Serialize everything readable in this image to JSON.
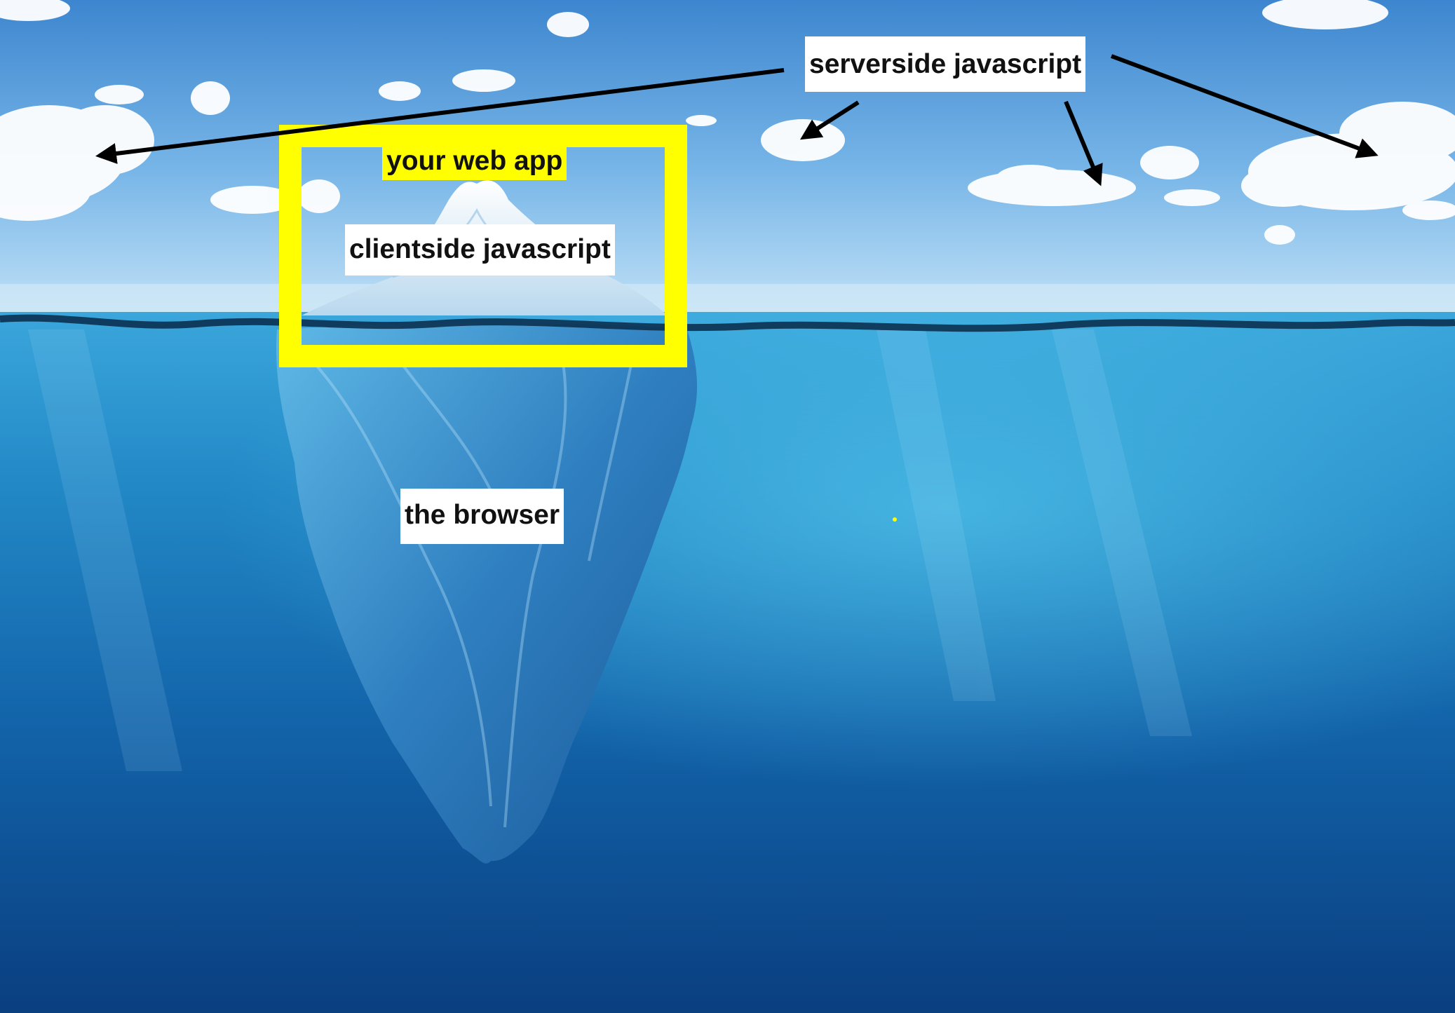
{
  "labels": {
    "serverside": "serverside javascript",
    "webapp": "your web app",
    "clientside": "clientside javascript",
    "browser": "the browser"
  },
  "colors": {
    "highlight_box": "#ffff00",
    "arrow": "#000000",
    "label_background": "#ffffff"
  }
}
